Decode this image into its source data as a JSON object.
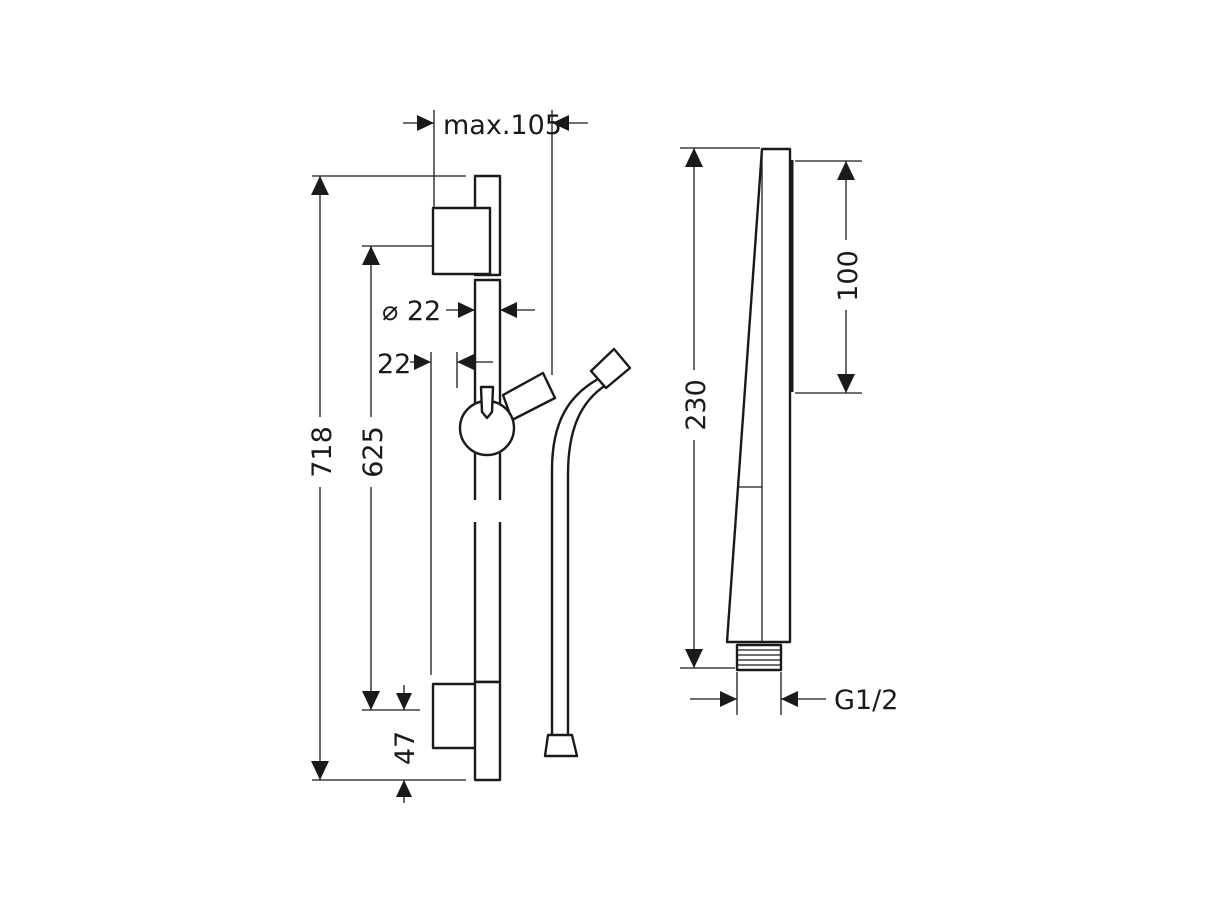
{
  "dimensions": {
    "max_projection": "max.105",
    "overall_height": "718",
    "bracket_spacing": "625",
    "rail_diameter": "⌀ 22",
    "rail_offset": "22",
    "bottom_offset": "47",
    "handshower_length": "230",
    "spray_face_length": "100",
    "connection_thread": "G1/2"
  }
}
